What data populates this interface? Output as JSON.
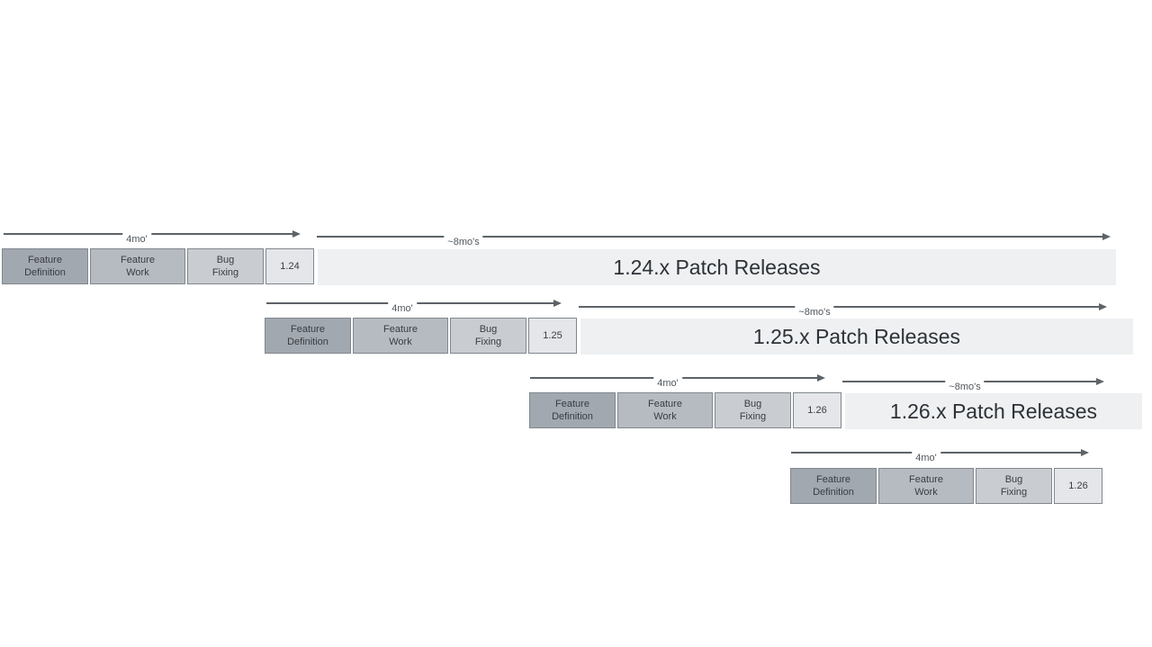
{
  "colors": {
    "background": "#ffffff",
    "feature_definition_fill": "#a2a8af",
    "feature_work_fill": "#b6bbc1",
    "bug_fixing_fill": "#c9cdd2",
    "version_fill": "#e4e6e9",
    "patch_bar_fill": "#eef0f2",
    "box_border": "#81878d",
    "arrow": "#5d6368",
    "box_text": "#383d43",
    "patch_text": "#2d3237",
    "duration_text": "#50565c"
  },
  "rows": [
    {
      "version": "1.24",
      "phase_feature_definition": "Feature\nDefinition",
      "phase_feature_work": "Feature\nWork",
      "phase_bug_fixing": "Bug\nFixing",
      "feature_arrow_label": "4mo'",
      "patch_arrow_label": "~8mo's",
      "patch_releases_label": "1.24.x Patch Releases"
    },
    {
      "version": "1.25",
      "phase_feature_definition": "Feature\nDefinition",
      "phase_feature_work": "Feature\nWork",
      "phase_bug_fixing": "Bug\nFixing",
      "feature_arrow_label": "4mo'",
      "patch_arrow_label": "~8mo's",
      "patch_releases_label": "1.25.x Patch Releases"
    },
    {
      "version": "1.26",
      "phase_feature_definition": "Feature\nDefinition",
      "phase_feature_work": "Feature\nWork",
      "phase_bug_fixing": "Bug\nFixing",
      "feature_arrow_label": "4mo'",
      "patch_arrow_label": "~8mo's",
      "patch_releases_label": "1.26.x Patch Releases"
    },
    {
      "version": "1.26",
      "phase_feature_definition": "Feature\nDefinition",
      "phase_feature_work": "Feature\nWork",
      "phase_bug_fixing": "Bug\nFixing",
      "feature_arrow_label": "4mo'"
    }
  ]
}
